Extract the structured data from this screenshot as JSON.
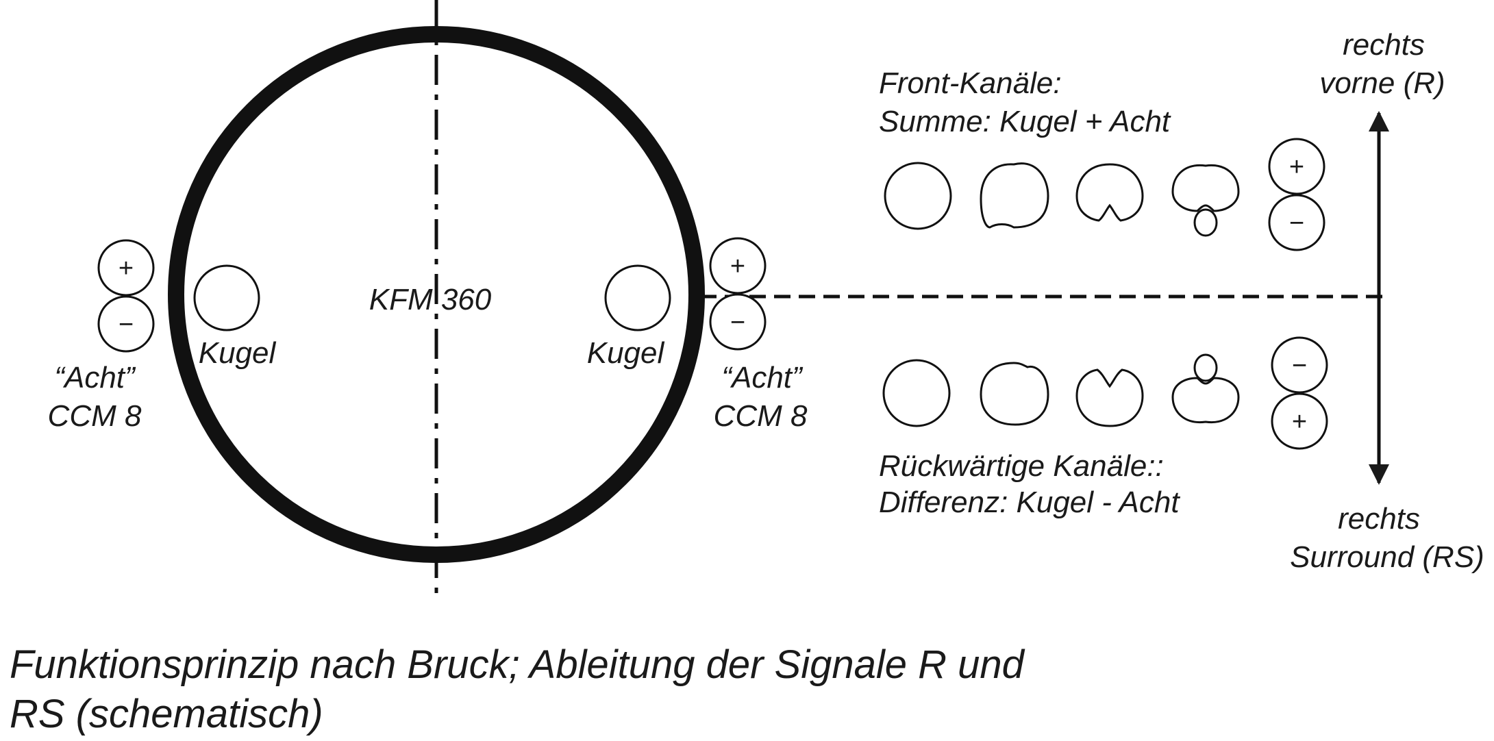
{
  "microphone": {
    "label": "KFM 360",
    "capsule_left_label": "Kugel",
    "capsule_right_label": "Kugel"
  },
  "figure8_left": {
    "name_line1": "“Acht”",
    "name_line2": "CCM 8",
    "plus": "+",
    "minus": "−"
  },
  "figure8_right": {
    "name_line1": "“Acht”",
    "name_line2": "CCM 8",
    "plus": "+",
    "minus": "−"
  },
  "front": {
    "heading_line1": "Front-Kanäle:",
    "heading_line2": "Summe: Kugel + Acht",
    "plus": "+",
    "minus": "−"
  },
  "rear": {
    "heading_line1": "Rückwärtige Kanäle::",
    "heading_line2": "Differenz: Kugel - Acht",
    "plus": "+",
    "minus": "−"
  },
  "axis": {
    "top_line1": "rechts",
    "top_line2": "vorne  (R)",
    "bottom_line1": "rechts",
    "bottom_line2": "Surround  (RS)"
  },
  "caption": {
    "line1": "Funktionsprinzip nach Bruck; Ableitung der Signale R und",
    "line2": "RS (schematisch)"
  },
  "colors": {
    "ink": "#1a1a1a",
    "background": "#ffffff"
  }
}
